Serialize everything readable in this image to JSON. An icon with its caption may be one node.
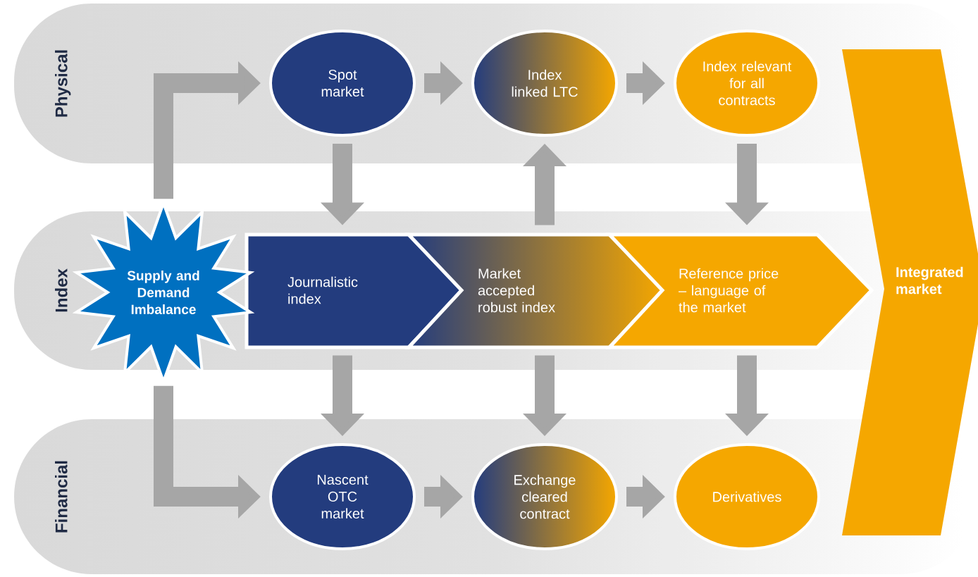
{
  "diagram": {
    "nodes": [
      {
        "text": [
          "Physical"
        ]
      },
      {
        "text": [
          "Index"
        ]
      },
      {
        "text": [
          "Financial"
        ]
      },
      {
        "text": [
          "Spot market"
        ],
        "in": 0
      },
      {
        "text": [
          "Index linked LTC"
        ],
        "in": 0
      },
      {
        "text": [
          "Index relevant for all contracts"
        ],
        "in": 0
      },
      {
        "text": [
          "Supply and Demand Imbalance"
        ]
      },
      {
        "text": [
          "Journalistic index"
        ],
        "in": 1
      },
      {
        "text": [
          "Market accepted robust index"
        ],
        "in": 1
      },
      {
        "text": [
          "Reference price – language of the market"
        ],
        "in": 1
      },
      {
        "text": [
          "Nascent OTC market"
        ],
        "in": 2
      },
      {
        "text": [
          "Exchange cleared contract"
        ],
        "in": 2
      },
      {
        "text": [
          "Derivatives"
        ],
        "in": 2
      },
      {
        "text": [
          "Integrated market"
        ]
      }
    ],
    "edges": [
      {
        "from": 6,
        "to": 3,
        "arrow": "to"
      },
      {
        "from": 6,
        "to": 10,
        "arrow": "to"
      },
      {
        "from": 3,
        "to": 4,
        "arrow": "to"
      },
      {
        "from": 4,
        "to": 5,
        "arrow": "to"
      },
      {
        "from": 10,
        "to": 11,
        "arrow": "to"
      },
      {
        "from": 11,
        "to": 12,
        "arrow": "to"
      },
      {
        "from": 3,
        "to": 7,
        "arrow": "to"
      },
      {
        "from": 8,
        "to": 4,
        "arrow": "to"
      },
      {
        "from": 5,
        "to": 9,
        "arrow": "to"
      },
      {
        "from": 7,
        "to": 10,
        "arrow": "to"
      },
      {
        "from": 8,
        "to": 11,
        "arrow": "to"
      },
      {
        "from": 9,
        "to": 12,
        "arrow": "to"
      }
    ]
  }
}
